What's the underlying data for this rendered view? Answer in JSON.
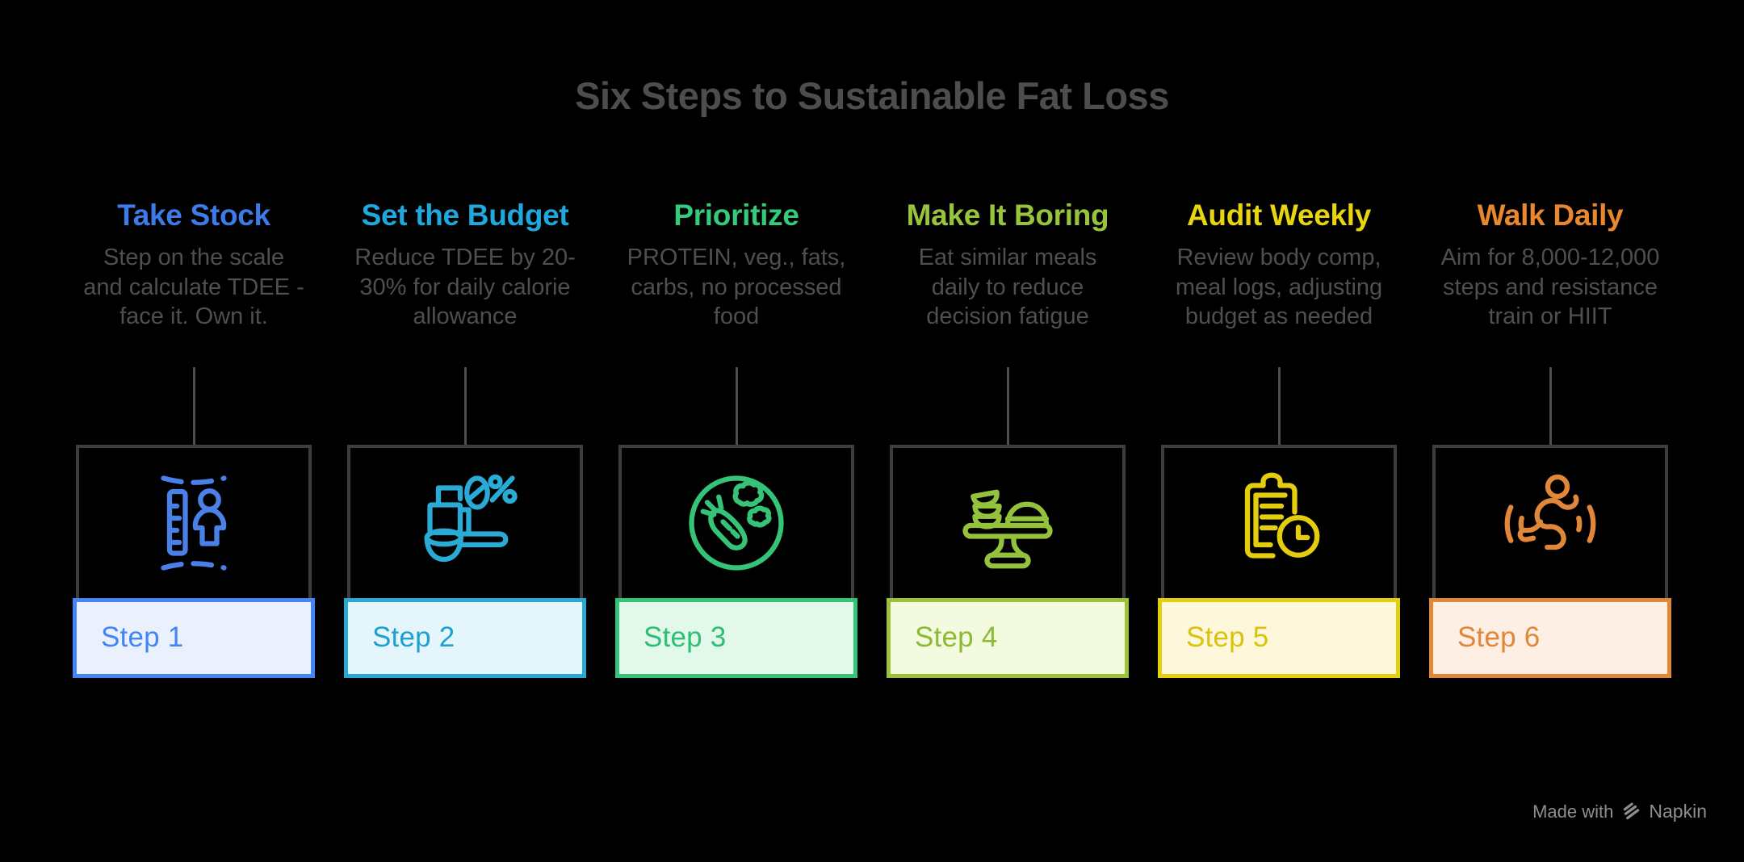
{
  "title": "Six Steps to Sustainable Fat Loss",
  "steps": [
    {
      "label": "Step 1",
      "title": "Take Stock",
      "description": "Step on the scale\nand calculate TDEE -\nface it. Own it.",
      "icon": "body-measure-icon",
      "accent": "#3D7BE8",
      "icon_color": "#4A80E8",
      "bar_bg": "#EAF1FD",
      "bar_border": "#4285F4",
      "bar_text": "#4285F4"
    },
    {
      "label": "Step 2",
      "title": "Set the Budget",
      "description": "Reduce TDEE by 20-\n30% for daily calorie\nallowance",
      "icon": "calorie-budget-icon",
      "accent": "#1FA8DC",
      "icon_color": "#29ABD6",
      "bar_bg": "#E4F6FC",
      "bar_border": "#29A8D4",
      "bar_text": "#1FA0D0"
    },
    {
      "label": "Step 3",
      "title": "Prioritize",
      "description": "PROTEIN, veg., fats,\ncarbs, no processed\nfood",
      "icon": "healthy-plate-icon",
      "accent": "#35CB7C",
      "icon_color": "#35C377",
      "bar_bg": "#E2F8EB",
      "bar_border": "#35C377",
      "bar_text": "#2EBE74"
    },
    {
      "label": "Step 4",
      "title": "Make It Boring",
      "description": "Eat similar meals\ndaily to reduce\ndecision fatigue",
      "icon": "meal-stand-icon",
      "accent": "#96C43C",
      "icon_color": "#95C23D",
      "bar_bg": "#F4FADF",
      "bar_border": "#9CC23C",
      "bar_text": "#8CBA35"
    },
    {
      "label": "Step 5",
      "title": "Audit Weekly",
      "description": "Review body comp,\nmeal logs, adjusting\nbudget as needed",
      "icon": "clipboard-clock-icon",
      "accent": "#E8D50E",
      "icon_color": "#E3CD0E",
      "bar_bg": "#FDF8DC",
      "bar_border": "#E5CE0D",
      "bar_text": "#D9C40B"
    },
    {
      "label": "Step 6",
      "title": "Walk Daily",
      "description": "Aim for 8,000-12,000\nsteps and resistance\ntrain or HIIT",
      "icon": "running-person-icon",
      "accent": "#E8872E",
      "icon_color": "#E0873A",
      "bar_bg": "#FDEFE3",
      "bar_border": "#E0873A",
      "bar_text": "#E0873A"
    }
  ],
  "credit": {
    "made_with": "Made with",
    "brand": "Napkin"
  },
  "colors": {
    "background": "#000000",
    "title_text": "#4D4D4D",
    "description_text": "#4F4F4F",
    "box_border": "#3D3D3D",
    "connector": "#4F4F4F",
    "credit_text": "#8E8E8E"
  }
}
